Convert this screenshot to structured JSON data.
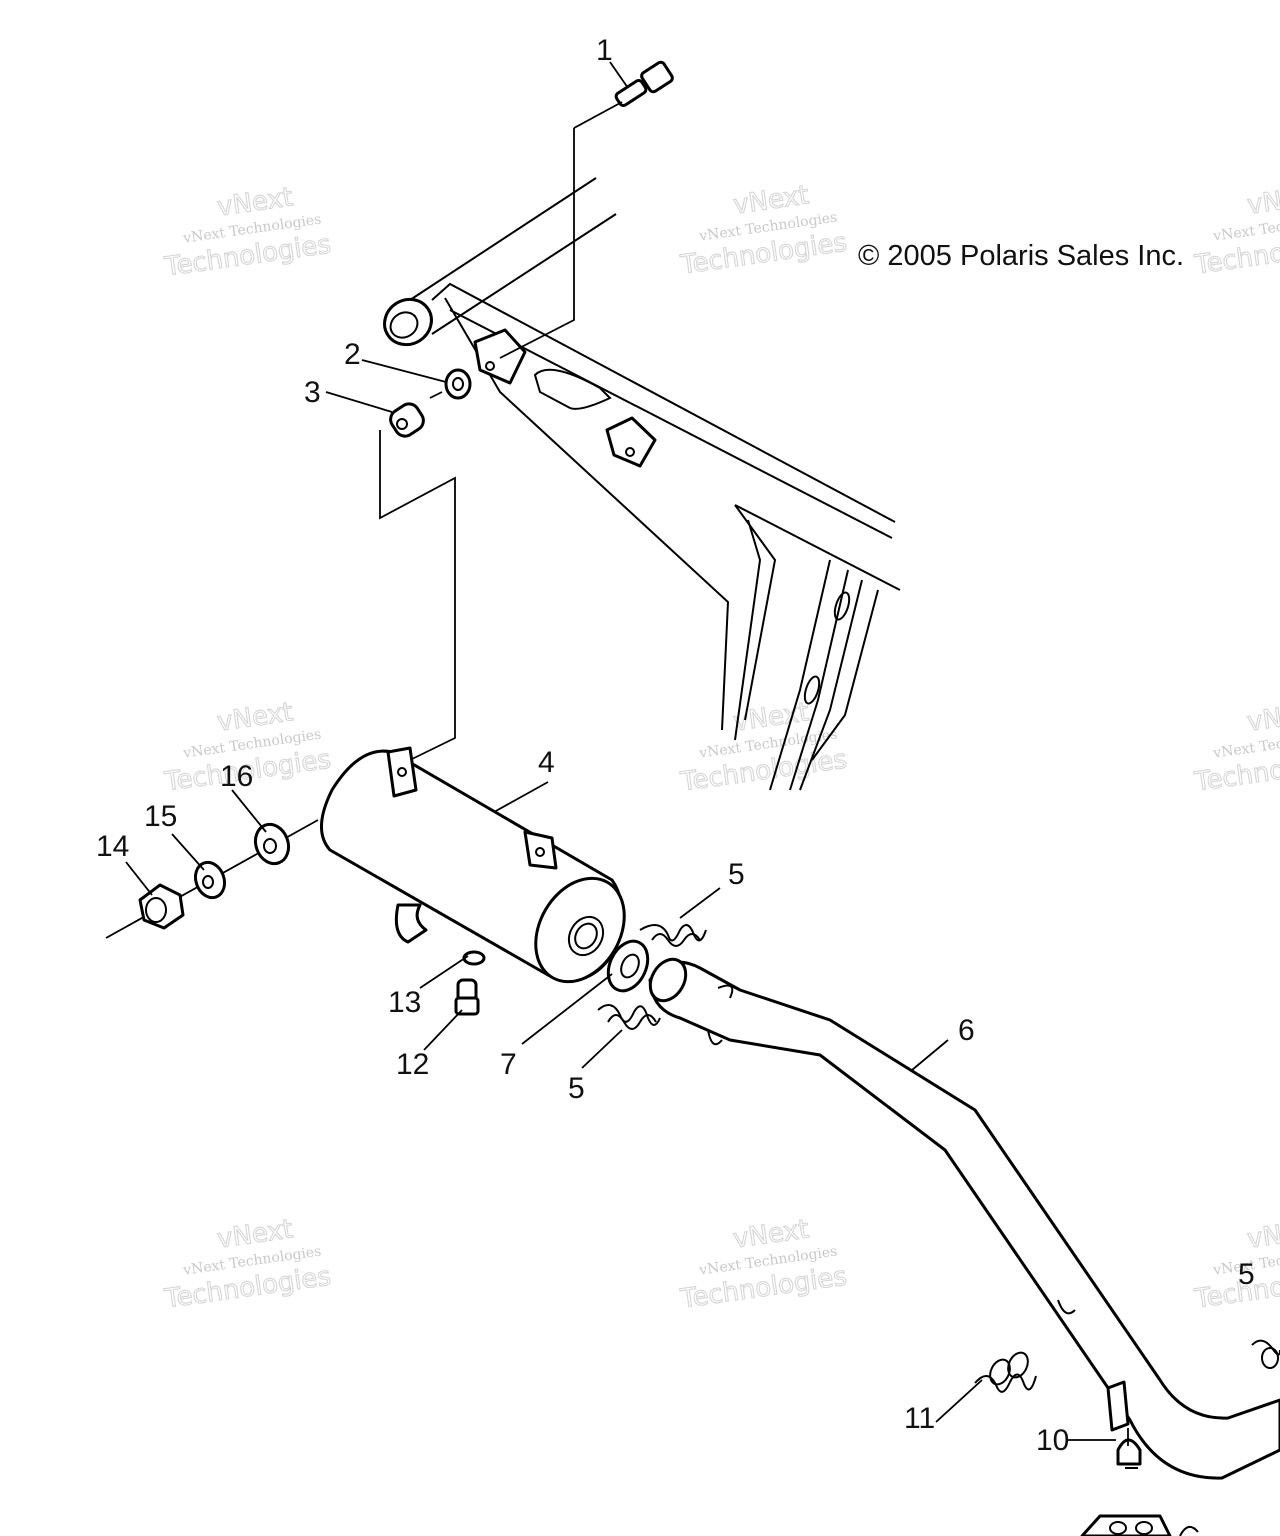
{
  "copyright": "© 2005 Polaris Sales Inc.",
  "watermark": {
    "small": "vNext Technologies",
    "large": "Technologies",
    "top": "vNext"
  },
  "callouts": [
    {
      "id": "1",
      "text": "1"
    },
    {
      "id": "2",
      "text": "2"
    },
    {
      "id": "3",
      "text": "3"
    },
    {
      "id": "4",
      "text": "4"
    },
    {
      "id": "5a",
      "text": "5"
    },
    {
      "id": "5b",
      "text": "5"
    },
    {
      "id": "5c",
      "text": "5"
    },
    {
      "id": "6",
      "text": "6"
    },
    {
      "id": "7",
      "text": "7"
    },
    {
      "id": "10",
      "text": "10"
    },
    {
      "id": "11",
      "text": "11"
    },
    {
      "id": "12",
      "text": "12"
    },
    {
      "id": "13",
      "text": "13"
    },
    {
      "id": "14",
      "text": "14"
    },
    {
      "id": "15",
      "text": "15"
    },
    {
      "id": "16",
      "text": "16"
    }
  ]
}
